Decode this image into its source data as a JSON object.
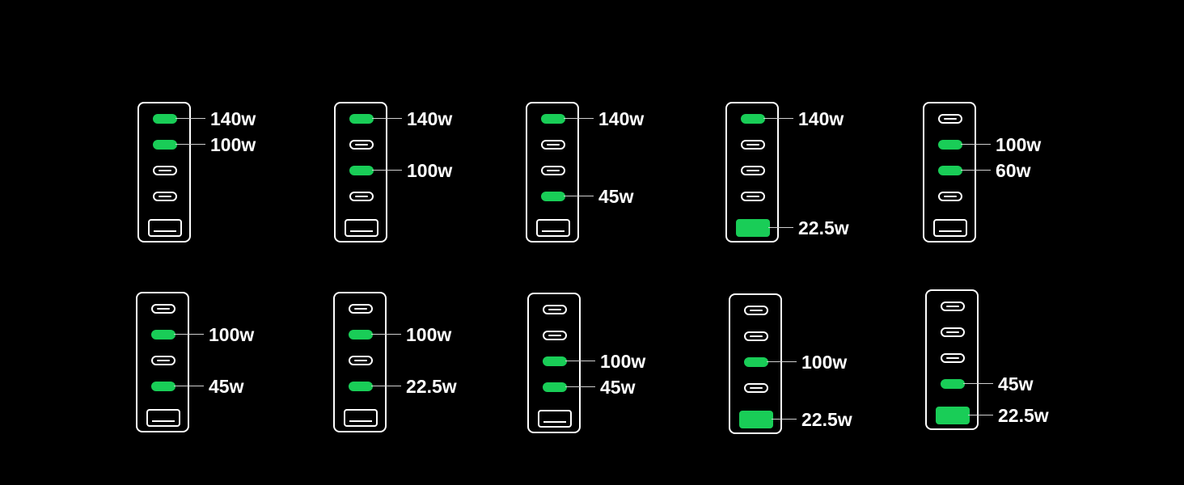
{
  "colors": {
    "background": "#000000",
    "outline": "#ffffff",
    "active_port": "#19cd57",
    "leader_line": "#cfcfcf"
  },
  "configs": [
    {
      "ports": [
        "usb-c",
        "usb-c",
        "usb-c",
        "usb-c",
        "usb-a"
      ],
      "active": [
        0,
        1
      ],
      "outputs": [
        {
          "port": 0,
          "label": "140w"
        },
        {
          "port": 1,
          "label": "100w"
        }
      ]
    },
    {
      "ports": [
        "usb-c",
        "usb-c",
        "usb-c",
        "usb-c",
        "usb-a"
      ],
      "active": [
        0,
        2
      ],
      "outputs": [
        {
          "port": 0,
          "label": "140w"
        },
        {
          "port": 2,
          "label": "100w"
        }
      ]
    },
    {
      "ports": [
        "usb-c",
        "usb-c",
        "usb-c",
        "usb-c",
        "usb-a"
      ],
      "active": [
        0,
        3
      ],
      "outputs": [
        {
          "port": 0,
          "label": "140w"
        },
        {
          "port": 3,
          "label": "45w"
        }
      ]
    },
    {
      "ports": [
        "usb-c",
        "usb-c",
        "usb-c",
        "usb-c",
        "usb-a"
      ],
      "active": [
        0,
        4
      ],
      "outputs": [
        {
          "port": 0,
          "label": "140w"
        },
        {
          "port": 4,
          "label": "22.5w"
        }
      ]
    },
    {
      "ports": [
        "usb-c",
        "usb-c",
        "usb-c",
        "usb-c",
        "usb-a"
      ],
      "active": [
        1,
        2
      ],
      "outputs": [
        {
          "port": 1,
          "label": "100w"
        },
        {
          "port": 2,
          "label": "60w"
        }
      ]
    },
    {
      "ports": [
        "usb-c",
        "usb-c",
        "usb-c",
        "usb-c",
        "usb-a"
      ],
      "active": [
        1,
        3
      ],
      "outputs": [
        {
          "port": 1,
          "label": "100w"
        },
        {
          "port": 3,
          "label": "45w"
        }
      ]
    },
    {
      "ports": [
        "usb-c",
        "usb-c",
        "usb-c",
        "usb-c",
        "usb-a"
      ],
      "active": [
        1,
        3
      ],
      "outputs": [
        {
          "port": 1,
          "label": "100w"
        },
        {
          "port": 3,
          "label": "22.5w"
        }
      ]
    },
    {
      "ports": [
        "usb-c",
        "usb-c",
        "usb-c",
        "usb-c",
        "usb-a"
      ],
      "active": [
        2,
        3
      ],
      "outputs": [
        {
          "port": 2,
          "label": "100w"
        },
        {
          "port": 3,
          "label": "45w"
        }
      ]
    },
    {
      "ports": [
        "usb-c",
        "usb-c",
        "usb-c",
        "usb-c",
        "usb-a"
      ],
      "active": [
        2,
        4
      ],
      "outputs": [
        {
          "port": 2,
          "label": "100w"
        },
        {
          "port": 4,
          "label": "22.5w"
        }
      ]
    },
    {
      "ports": [
        "usb-c",
        "usb-c",
        "usb-c",
        "usb-c",
        "usb-a"
      ],
      "active": [
        3,
        4
      ],
      "outputs": [
        {
          "port": 3,
          "label": "45w"
        },
        {
          "port": 4,
          "label": "22.5w"
        }
      ]
    }
  ]
}
